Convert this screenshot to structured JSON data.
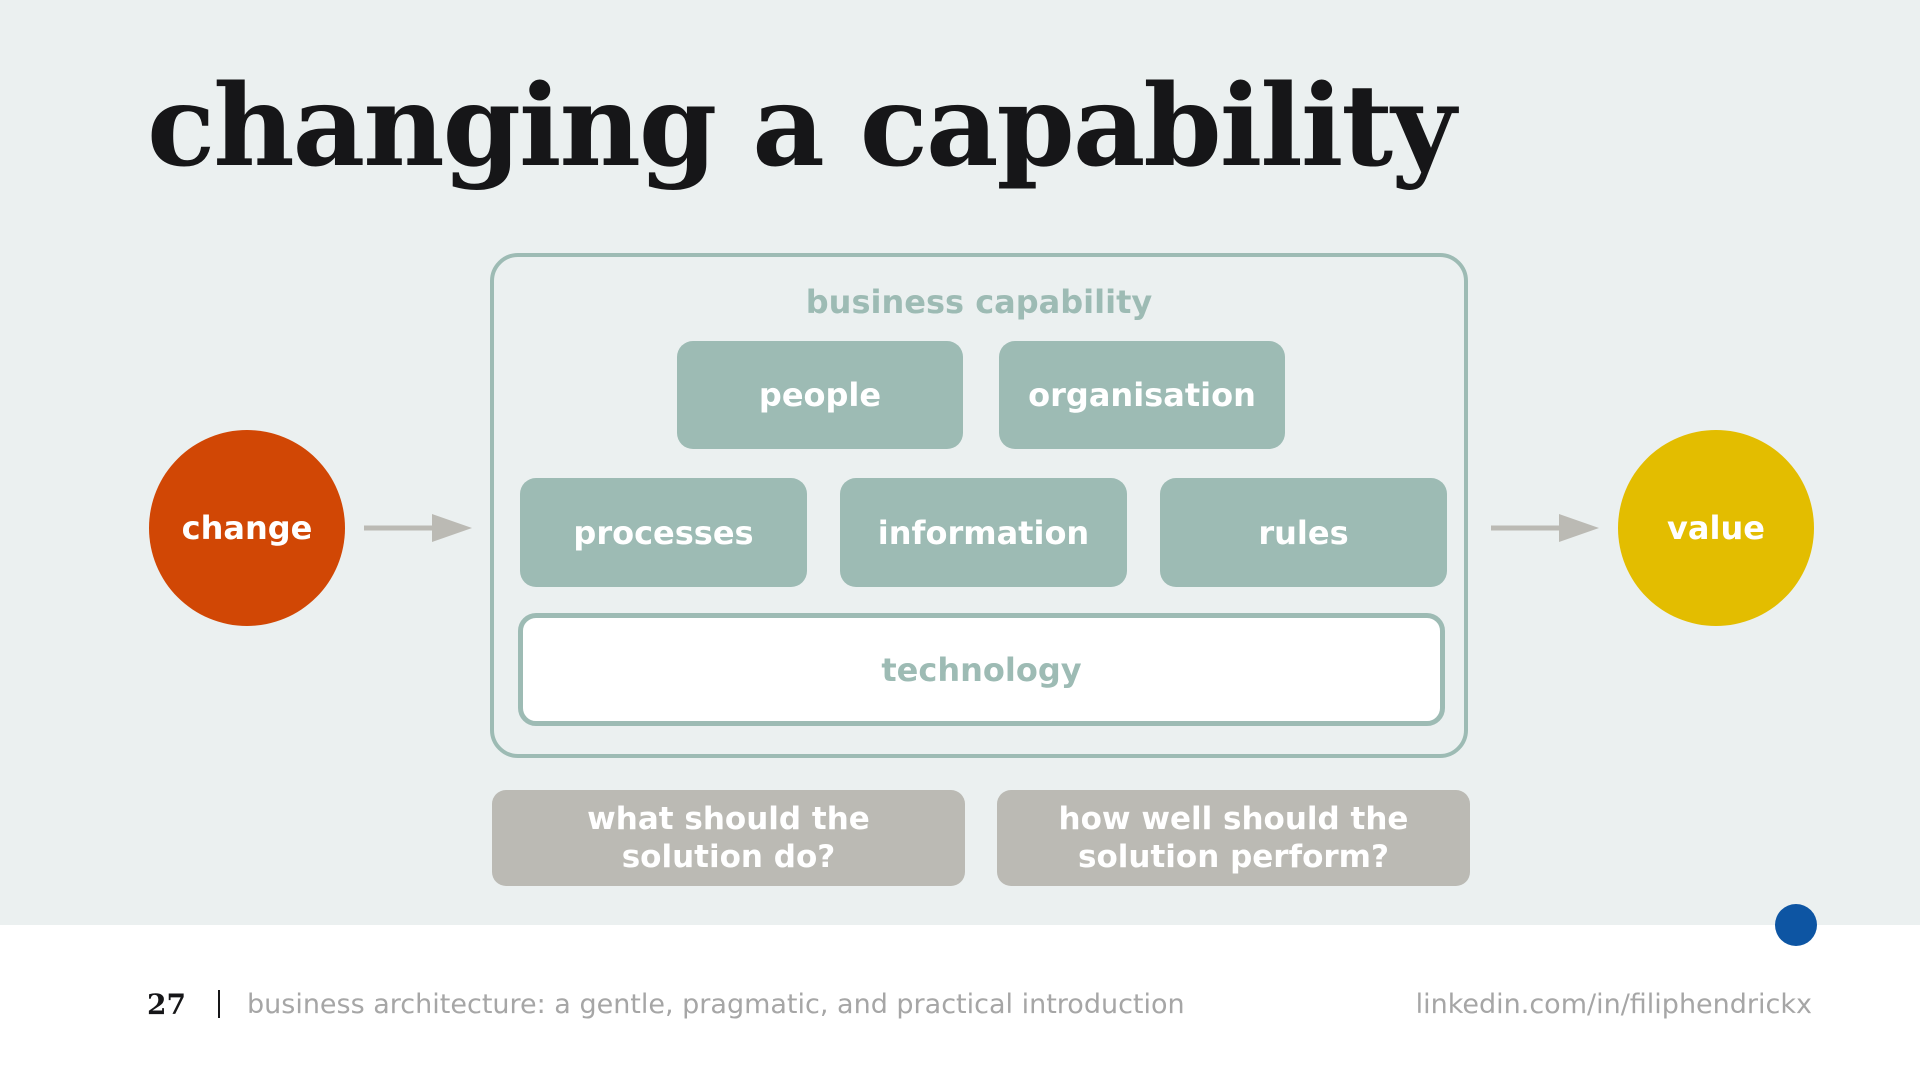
{
  "slide": {
    "title": "changing a capability"
  },
  "diagram": {
    "input": {
      "label": "change",
      "color": "#d14705"
    },
    "output": {
      "label": "value",
      "color": "#e3bd00"
    },
    "capability": {
      "label": "business capability",
      "row1": [
        "people",
        "organisation"
      ],
      "row2": [
        "processes",
        "information",
        "rules"
      ],
      "base": "technology"
    },
    "questions": [
      "what should the solution do?",
      "how well should the solution perform?"
    ],
    "colors": {
      "capability_box": "#9dbbb4",
      "question_box": "#bbbab4",
      "arrow": "#bbbab4",
      "accent_dot": "#0d55a3"
    }
  },
  "footer": {
    "page_number": "27",
    "deck_title": "business architecture: a gentle, pragmatic, and practical introduction",
    "link": "linkedin.com/in/filiphendrickx"
  }
}
